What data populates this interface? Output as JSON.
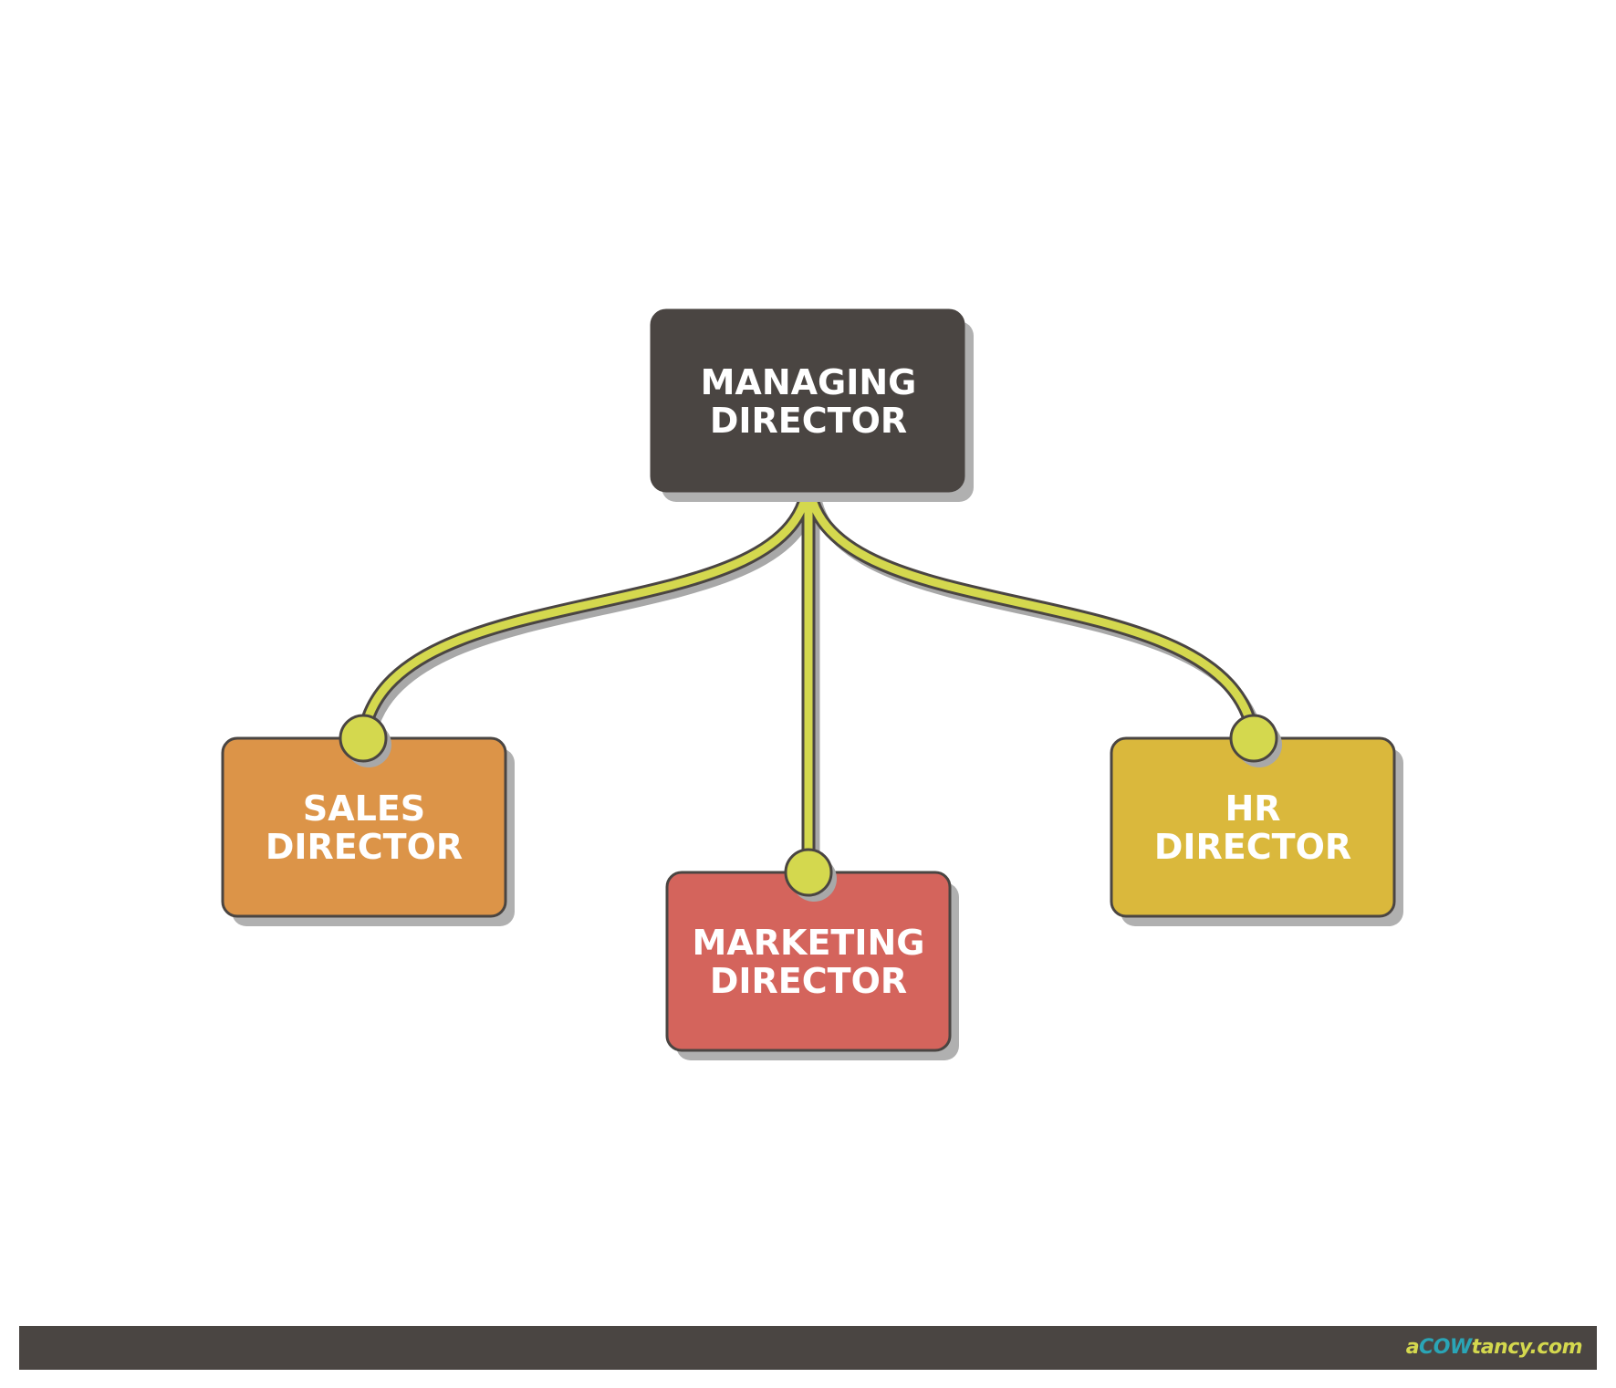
{
  "colors": {
    "managing": "#4a4542",
    "sales": "#dc9448",
    "marketing": "#d4645c",
    "hr": "#dab83c",
    "connector": "#d4d84e",
    "outline": "#4a4542",
    "shadow": "#b0b0b0",
    "brand_accent": "#d4d84e",
    "brand_cow": "#2aa5b6"
  },
  "nodes": {
    "managing": {
      "line1": "MANAGING",
      "line2": "DIRECTOR"
    },
    "sales": {
      "line1": "SALES",
      "line2": "DIRECTOR"
    },
    "marketing": {
      "line1": "MARKETING",
      "line2": "DIRECTOR"
    },
    "hr": {
      "line1": "HR",
      "line2": "DIRECTOR"
    }
  },
  "footer": {
    "brand_prefix": "a",
    "brand_cow": "COW",
    "brand_suffix": "tancy.com"
  }
}
